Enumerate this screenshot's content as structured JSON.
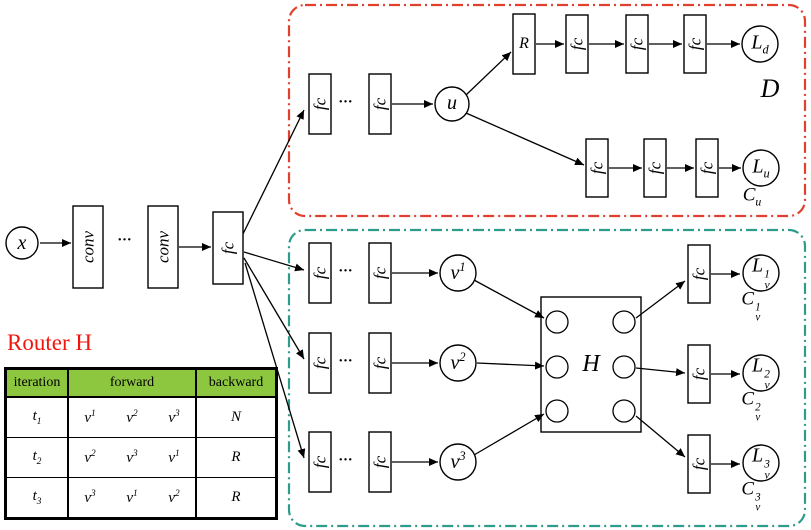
{
  "colors": {
    "region_d_border": "#e2402e",
    "region_h_border": "#2f9b8a",
    "table_header_bg": "#8dc63f",
    "router_title": "#f2150d"
  },
  "backbone": {
    "x": "x",
    "conv1": "conv",
    "dots": "...",
    "conv2": "conv",
    "fc": "fc"
  },
  "branch_d": {
    "fc1": "fc",
    "dots": "...",
    "fc2": "fc",
    "u": "u",
    "r": "R",
    "fc_d": [
      "fc",
      "fc",
      "fc"
    ],
    "l_d": {
      "base": "L",
      "sub": "d"
    },
    "d_label": "D",
    "fc_u": [
      "fc",
      "fc",
      "fc"
    ],
    "l_u": {
      "base": "L",
      "sub": "u"
    },
    "c_u": {
      "base": "C",
      "sub": "u"
    }
  },
  "branch_h": {
    "rows": [
      {
        "fc1": "fc",
        "dots": "...",
        "fc2": "fc",
        "v_base": "v",
        "v_sup": "1"
      },
      {
        "fc1": "fc",
        "dots": "...",
        "fc2": "fc",
        "v_base": "v",
        "v_sup": "2"
      },
      {
        "fc1": "fc",
        "dots": "...",
        "fc2": "fc",
        "v_base": "v",
        "v_sup": "3"
      }
    ],
    "h": "H",
    "outputs": [
      {
        "fc": "fc",
        "l_base": "L",
        "l_sub": "v",
        "l_sup": "1",
        "c_base": "C",
        "c_sub": "v",
        "c_sup": "1"
      },
      {
        "fc": "fc",
        "l_base": "L",
        "l_sub": "v",
        "l_sup": "2",
        "c_base": "C",
        "c_sub": "v",
        "c_sup": "2"
      },
      {
        "fc": "fc",
        "l_base": "L",
        "l_sub": "v",
        "l_sup": "3",
        "c_base": "C",
        "c_sub": "v",
        "c_sup": "3"
      }
    ]
  },
  "router": {
    "title": "Router H",
    "headers": [
      "iteration",
      "forward",
      "backward"
    ],
    "rows": [
      {
        "t_base": "t",
        "t_sub": "1",
        "f1_base": "v",
        "f1_sup": "1",
        "f2_base": "v",
        "f2_sup": "2",
        "f3_base": "v",
        "f3_sup": "3",
        "backward": "N"
      },
      {
        "t_base": "t",
        "t_sub": "2",
        "f1_base": "v",
        "f1_sup": "2",
        "f2_base": "v",
        "f2_sup": "3",
        "f3_base": "v",
        "f3_sup": "1",
        "backward": "R"
      },
      {
        "t_base": "t",
        "t_sub": "3",
        "f1_base": "v",
        "f1_sup": "3",
        "f2_base": "v",
        "f2_sup": "1",
        "f3_base": "v",
        "f3_sup": "2",
        "backward": "R"
      }
    ]
  }
}
